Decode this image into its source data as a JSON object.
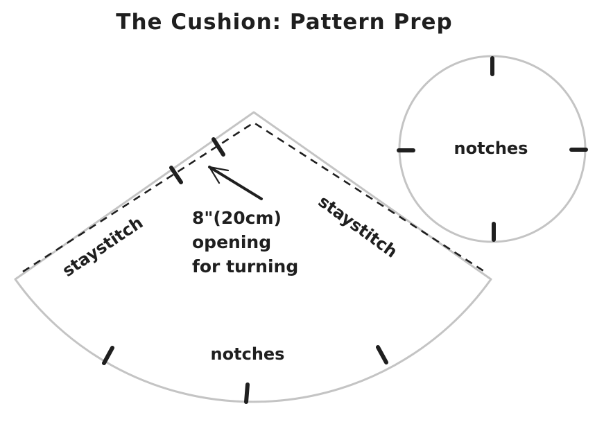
{
  "title": "The Cushion: Pattern Prep",
  "colors": {
    "ink": "#1f1f1f",
    "outline": "#c4c4c4",
    "background": "#ffffff"
  },
  "pattern_panel": {
    "left_edge_label": "staystitch",
    "right_edge_label": "staystitch",
    "curve_label": "notches",
    "opening_note": "8\"(20cm)\nopening\nfor turning"
  },
  "notch_circle": {
    "label": "notches"
  }
}
